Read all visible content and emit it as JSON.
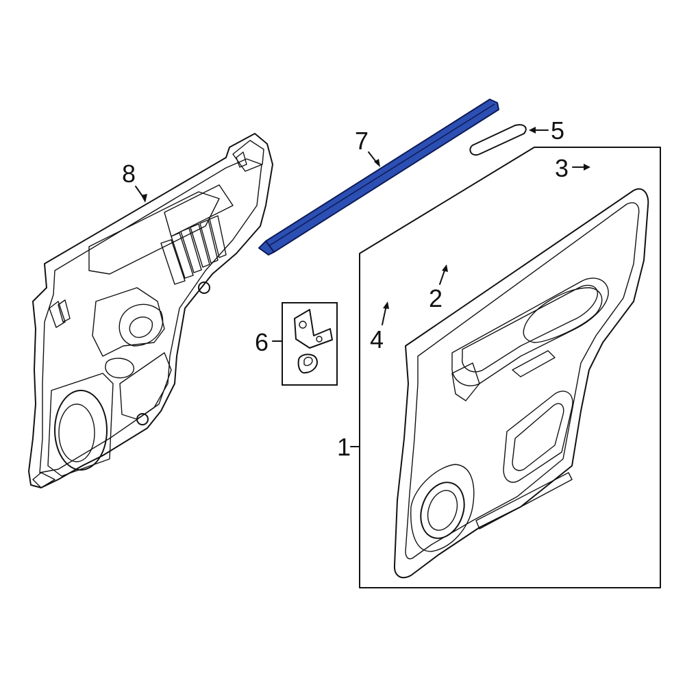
{
  "callouts": [
    {
      "id": "1",
      "text": "1"
    },
    {
      "id": "2",
      "text": "2"
    },
    {
      "id": "3",
      "text": "3"
    },
    {
      "id": "4",
      "text": "4"
    },
    {
      "id": "5",
      "text": "5"
    },
    {
      "id": "6",
      "text": "6"
    },
    {
      "id": "7",
      "text": "7"
    },
    {
      "id": "8",
      "text": "8"
    }
  ],
  "colors": {
    "highlight_fill": "#2c4fb3",
    "highlight_stroke": "#0d1a55",
    "line": "#111111",
    "background": "#ffffff"
  },
  "highlighted_part": "7"
}
